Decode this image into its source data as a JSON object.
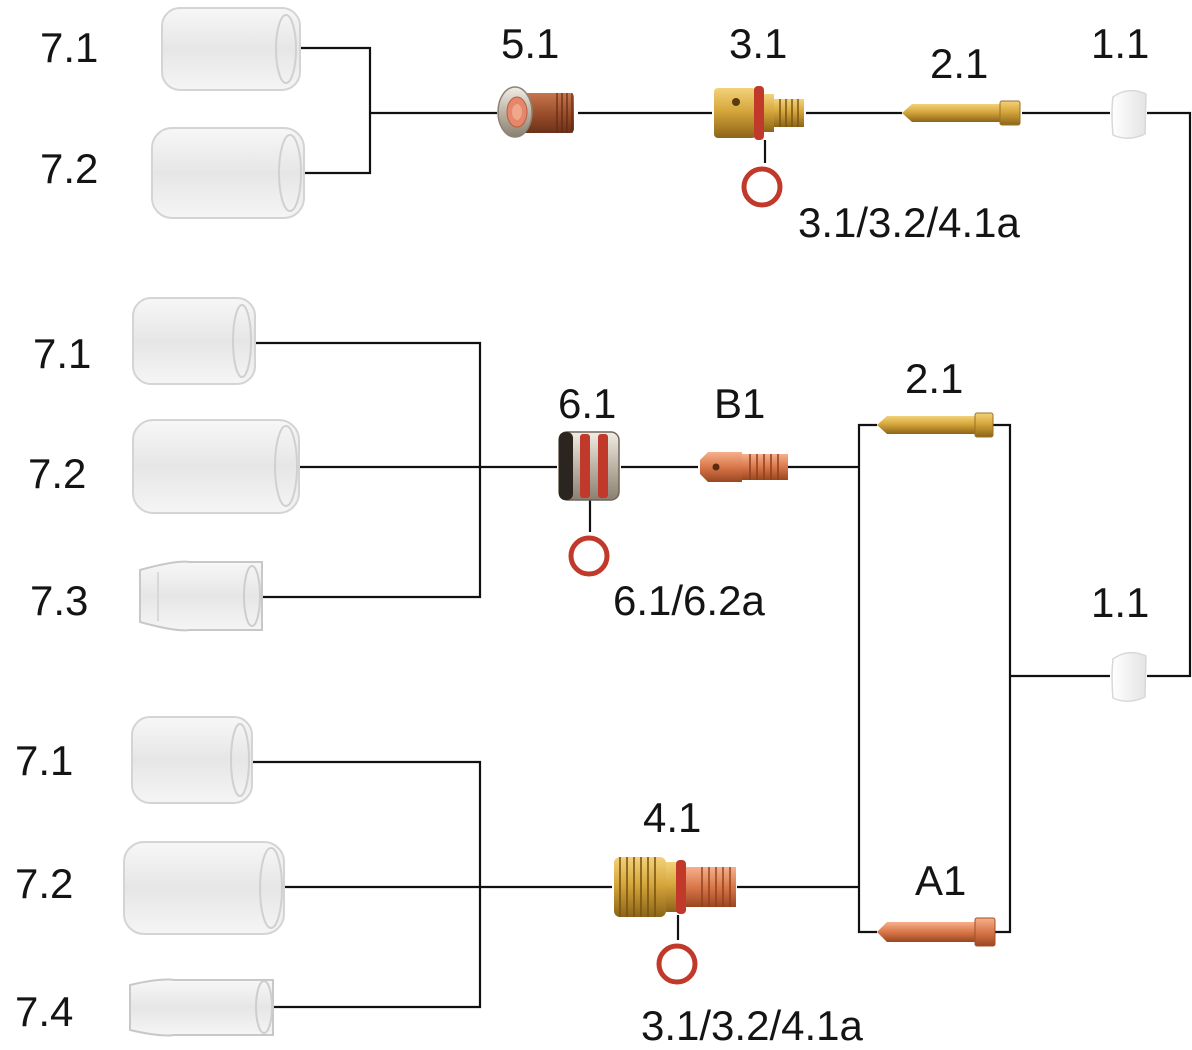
{
  "labels": {
    "r1_71": "7.1",
    "r1_72": "7.2",
    "r1_51": "5.1",
    "r1_31": "3.1",
    "r1_21": "2.1",
    "r1_11": "1.1",
    "r1_oring": "3.1/3.2/4.1a",
    "r2_71": "7.1",
    "r2_72": "7.2",
    "r2_73": "7.3",
    "r2_61": "6.1",
    "r2_b1": "B1",
    "r2_21": "2.1",
    "r2_oring": "6.1/6.2a",
    "r2_11": "1.1",
    "r3_71": "7.1",
    "r3_72": "7.2",
    "r3_74": "7.4",
    "r3_41": "4.1",
    "r3_a1": "A1",
    "r3_oring": "3.1/3.2/4.1a"
  },
  "colors": {
    "brass": "#d6a73c",
    "copper": "#d9774a",
    "oring": "#c0392b",
    "glass": "#eeeeee",
    "insulator": "#f4f4f4"
  }
}
